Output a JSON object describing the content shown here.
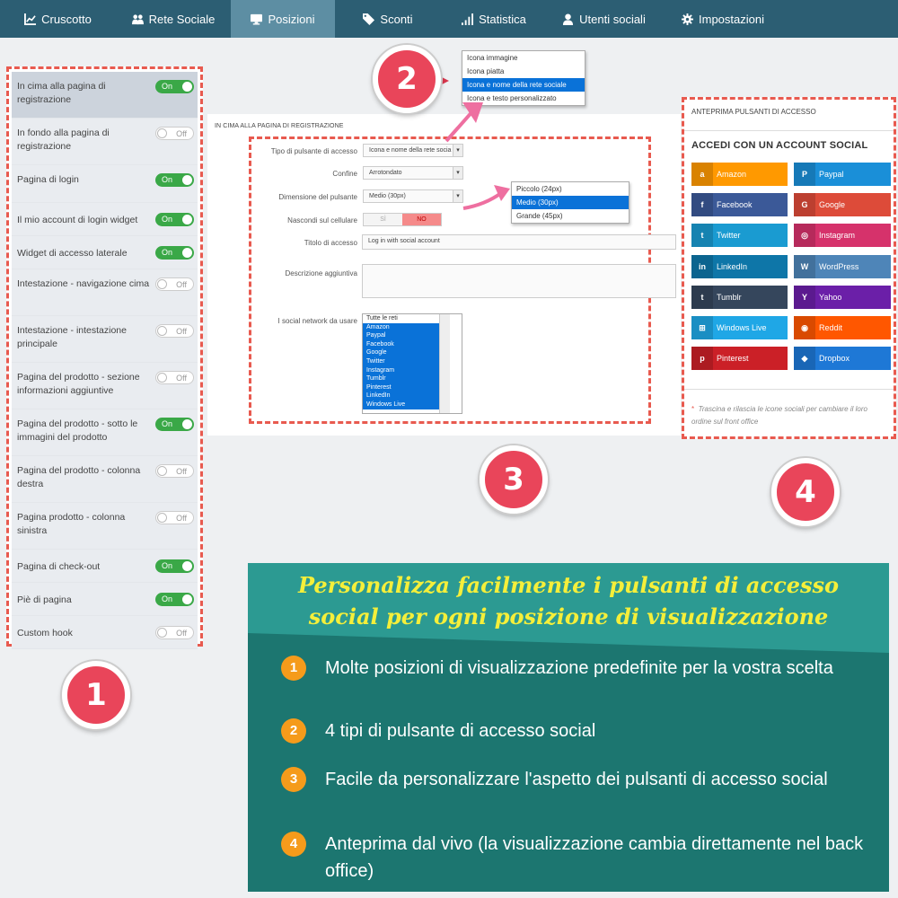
{
  "nav": {
    "tabs": [
      {
        "label": "Cruscotto",
        "icon": "chart-icon"
      },
      {
        "label": "Rete Sociale",
        "icon": "users-icon"
      },
      {
        "label": "Posizioni",
        "icon": "monitor-icon",
        "active": true
      },
      {
        "label": "Sconti",
        "icon": "tag-icon"
      },
      {
        "label": "Statistica",
        "icon": "signal-icon"
      },
      {
        "label": "Utenti sociali",
        "icon": "user-icon"
      },
      {
        "label": "Impostazioni",
        "icon": "gear-icon"
      }
    ]
  },
  "positions": [
    {
      "label": "In cima alla pagina di registrazione",
      "state": "On"
    },
    {
      "label": "In fondo alla pagina di registrazione",
      "state": "Off"
    },
    {
      "label": "Pagina di login",
      "state": "On"
    },
    {
      "label": "Il mio account di login widget",
      "state": "On"
    },
    {
      "label": "Widget di accesso laterale",
      "state": "On"
    },
    {
      "label": "Intestazione - navigazione cima",
      "state": "Off"
    },
    {
      "label": "Intestazione - intestazione principale",
      "state": "Off"
    },
    {
      "label": "Pagina del prodotto - sezione informazioni aggiuntive",
      "state": "Off"
    },
    {
      "label": "Pagina del prodotto - sotto le immagini del prodotto",
      "state": "On"
    },
    {
      "label": "Pagina del prodotto - colonna destra",
      "state": "Off"
    },
    {
      "label": "Pagina prodotto - colonna sinistra",
      "state": "Off"
    },
    {
      "label": "Pagina di check-out",
      "state": "On"
    },
    {
      "label": "Piè di pagina",
      "state": "On"
    },
    {
      "label": "Custom hook",
      "state": "Off"
    }
  ],
  "settings": {
    "heading": "IN CIMA ALLA PAGINA DI REGISTRAZIONE",
    "button_type_label": "Tipo di pulsante di accesso",
    "button_type_value": "Icona e nome della rete socia",
    "border_label": "Confine",
    "border_value": "Arrotondato",
    "size_label": "Dimensione del pulsante",
    "size_value": "Medio (30px)",
    "hide_mobile_label": "Nascondi sul cellulare",
    "hide_mobile_yes": "SÌ",
    "hide_mobile_no": "NO",
    "title_label": "Titolo di accesso",
    "title_value": "Log in with social account",
    "desc_label": "Descrizione aggiuntiva",
    "desc_value": "",
    "networks_label": "I social network da usare",
    "networks": [
      "Tutte le reti",
      "Amazon",
      "Paypal",
      "Facebook",
      "Google",
      "Twitter",
      "Instagram",
      "Tumblr",
      "Pinterest",
      "LinkedIn",
      "Windows Live"
    ],
    "type_options": [
      "Icona immagine",
      "Icona piatta",
      "Icona e nome della rete sociale",
      "Icona e testo personalizzato"
    ],
    "type_selected": 2,
    "size_options": [
      "Piccolo (24px)",
      "Medio (30px)",
      "Grande (45px)"
    ],
    "size_selected": 1
  },
  "preview": {
    "title": "ANTEPRIMA PULSANTI DI ACCESSO",
    "subtitle": "ACCEDI CON UN ACCOUNT SOCIAL",
    "buttons": [
      {
        "label": "Amazon",
        "color": "#ff9900",
        "glyph": "a"
      },
      {
        "label": "Paypal",
        "color": "#1a8fd8",
        "glyph": "P"
      },
      {
        "label": "Facebook",
        "color": "#3b5998",
        "glyph": "f"
      },
      {
        "label": "Google",
        "color": "#dd4b39",
        "glyph": "G"
      },
      {
        "label": "Twitter",
        "color": "#1a9bd1",
        "glyph": "t"
      },
      {
        "label": "Instagram",
        "color": "#d6326b",
        "glyph": "◎"
      },
      {
        "label": "LinkedIn",
        "color": "#0e76a8",
        "glyph": "in"
      },
      {
        "label": "WordPress",
        "color": "#4e85b8",
        "glyph": "W"
      },
      {
        "label": "Tumblr",
        "color": "#35465c",
        "glyph": "t"
      },
      {
        "label": "Yahoo",
        "color": "#6b1fa8",
        "glyph": "Y"
      },
      {
        "label": "Windows Live",
        "color": "#1fa7e6",
        "glyph": "⊞"
      },
      {
        "label": "Reddit",
        "color": "#ff5700",
        "glyph": "◉"
      },
      {
        "label": "Pinterest",
        "color": "#cb2027",
        "glyph": "p"
      },
      {
        "label": "Dropbox",
        "color": "#1e78d6",
        "glyph": "◆"
      }
    ],
    "note_star": "*",
    "note": "Trascina e rilascia le icone sociali per cambiare il loro ordine sul front office"
  },
  "markers": [
    "1",
    "2",
    "3",
    "4"
  ],
  "banner": {
    "title_line1": "Personalizza facilmente i pulsanti di accesso",
    "title_line2": "social per ogni posizione di visualizzazione",
    "features": [
      {
        "num": "1",
        "text": "Molte posizioni di visualizzazione predefinite per la vostra scelta"
      },
      {
        "num": "2",
        "text": "4 tipi di pulsante di accesso social"
      },
      {
        "num": "3",
        "text": "Facile da personalizzare l'aspetto dei pulsanti di accesso social"
      },
      {
        "num": "4",
        "text": "Anteprima dal vivo (la visualizzazione cambia direttamente nel back office)"
      }
    ]
  },
  "colors": {
    "nav": "#2c5e73",
    "accent_dash": "#e85a4f",
    "toggle_on": "#3aa847",
    "marker": "#e9455a",
    "banner": "#1c7670",
    "banner_title": "#f5ef3a",
    "feature_num": "#f59b1b"
  }
}
